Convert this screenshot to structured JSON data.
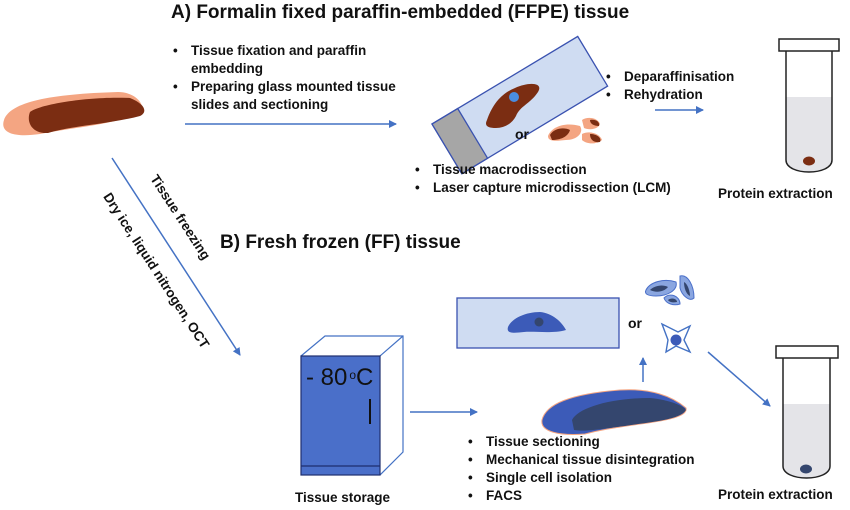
{
  "sections": {
    "ffpe": {
      "title": "A) Formalin fixed paraffin-embedded (FFPE) tissue",
      "steps_preparation": [
        "Tissue fixation and paraffin embedding",
        "Preparing glass mounted tissue slides and sectioning"
      ],
      "or_label": "or",
      "steps_dissection": [
        "Tissue macrodissection",
        "Laser capture microdissection (LCM)"
      ],
      "steps_processing": [
        "Deparaffinisation",
        "Rehydration"
      ],
      "endpoint_label": "Protein extraction"
    },
    "ff": {
      "title": "B) Fresh frozen (FF) tissue",
      "freezing_label": "Tissue freezing",
      "freezing_methods": "Dry ice, liquid nitrogen, OCT",
      "freezer_temp": "- 80",
      "freezer_unit": "C",
      "freezer_degree": "o",
      "storage_label": "Tissue storage",
      "or_label": "or",
      "steps_processing": [
        "Tissue sectioning",
        "Mechanical tissue disintegration",
        "Single cell isolation",
        "FACS"
      ],
      "endpoint_label": "Protein extraction"
    }
  },
  "colors": {
    "arrow": "#4472c4",
    "tissue_light": "#f4a582",
    "tissue_dark": "#7b2d12",
    "slide_fill": "#cfdcf2",
    "slide_border": "#3a52b0",
    "slide_label": "#a6a6a6",
    "freezer": "#4a6fc9",
    "ff_tissue": "#3c5bb8",
    "ff_tissue_dark": "#34466e",
    "tube_liquid": "#e4e4e8"
  }
}
